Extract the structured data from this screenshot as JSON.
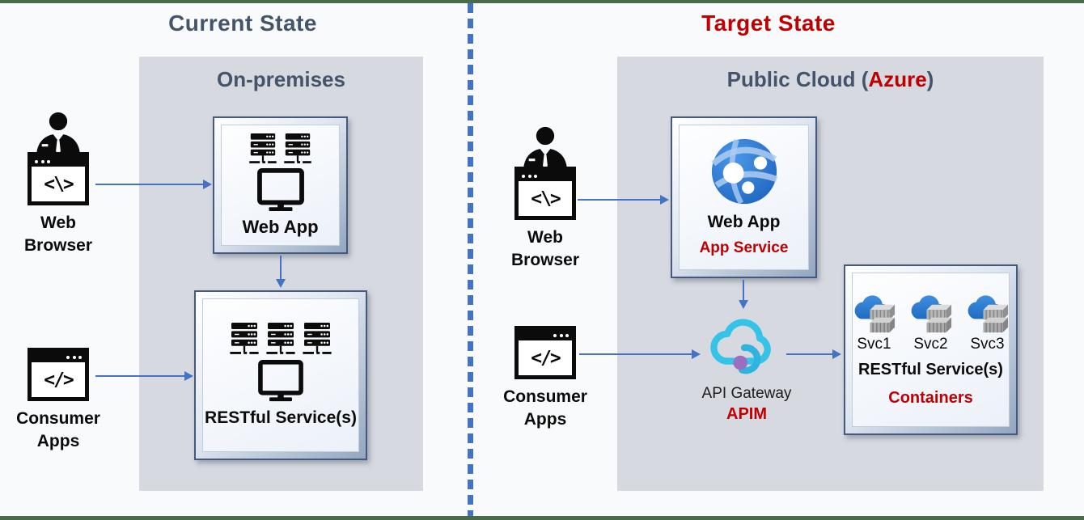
{
  "left": {
    "title": "Current State",
    "panel_title": "On-premises",
    "web_browser": {
      "label_line1": "Web",
      "label_line2": "Browser",
      "code_glyph": "<\\>"
    },
    "consumer_apps": {
      "label_line1": "Consumer",
      "label_line2": "Apps",
      "code_glyph": "</>"
    },
    "webapp_box": {
      "label": "Web App"
    },
    "restful_box": {
      "label": "RESTful Service(s)"
    }
  },
  "right": {
    "title": "Target State",
    "panel_title_prefix": "Public Cloud (",
    "panel_title_highlight": "Azure",
    "panel_title_suffix": ")",
    "web_browser": {
      "label_line1": "Web",
      "label_line2": "Browser",
      "code_glyph": "<\\>"
    },
    "consumer_apps": {
      "label_line1": "Consumer",
      "label_line2": "Apps",
      "code_glyph": "</>"
    },
    "webapp_box": {
      "label": "Web App",
      "sublabel": "App Service"
    },
    "api_gateway": {
      "label": "API Gateway",
      "sublabel": "APIM"
    },
    "containers_box": {
      "services": [
        "Svc1",
        "Svc2",
        "Svc3"
      ],
      "label": "RESTful Service(s)",
      "sublabel": "Containers"
    }
  },
  "colors": {
    "heading_slate": "#44546A",
    "accent_red": "#C00000",
    "panel_gray": "#D6D9E0",
    "arrow_blue": "#4472C4",
    "edge_green": "#4A6A4C",
    "icon_black": "#0B0B0B"
  }
}
